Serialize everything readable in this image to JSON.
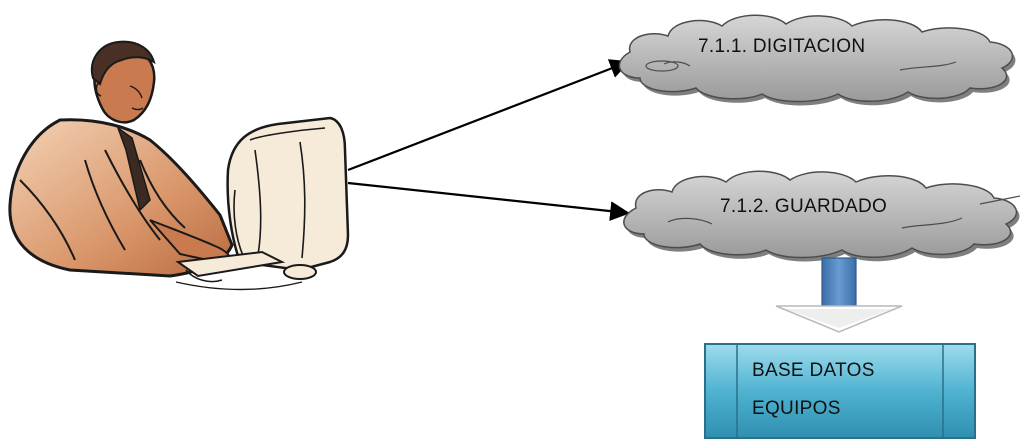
{
  "diagram": {
    "nodes": {
      "digitacion": {
        "label": "7.1.1. DIGITACION"
      },
      "guardado": {
        "label": "7.1.2. GUARDADO"
      },
      "database": {
        "label_lines": [
          "BASE DATOS",
          "EQUIPOS"
        ]
      }
    },
    "edges": [
      {
        "from": "user",
        "to": "digitacion"
      },
      {
        "from": "user",
        "to": "guardado"
      },
      {
        "from": "guardado",
        "to": "database"
      }
    ],
    "colors": {
      "cloud_fill": "#bdbdbd",
      "cloud_shadow": "#7f7f7f",
      "skin": "#c97a4e",
      "suit": "#d99a6c",
      "down_arrow": "#4f81bd",
      "db_fill": "#5bb7d3",
      "db_border": "#2b6f8a"
    }
  }
}
